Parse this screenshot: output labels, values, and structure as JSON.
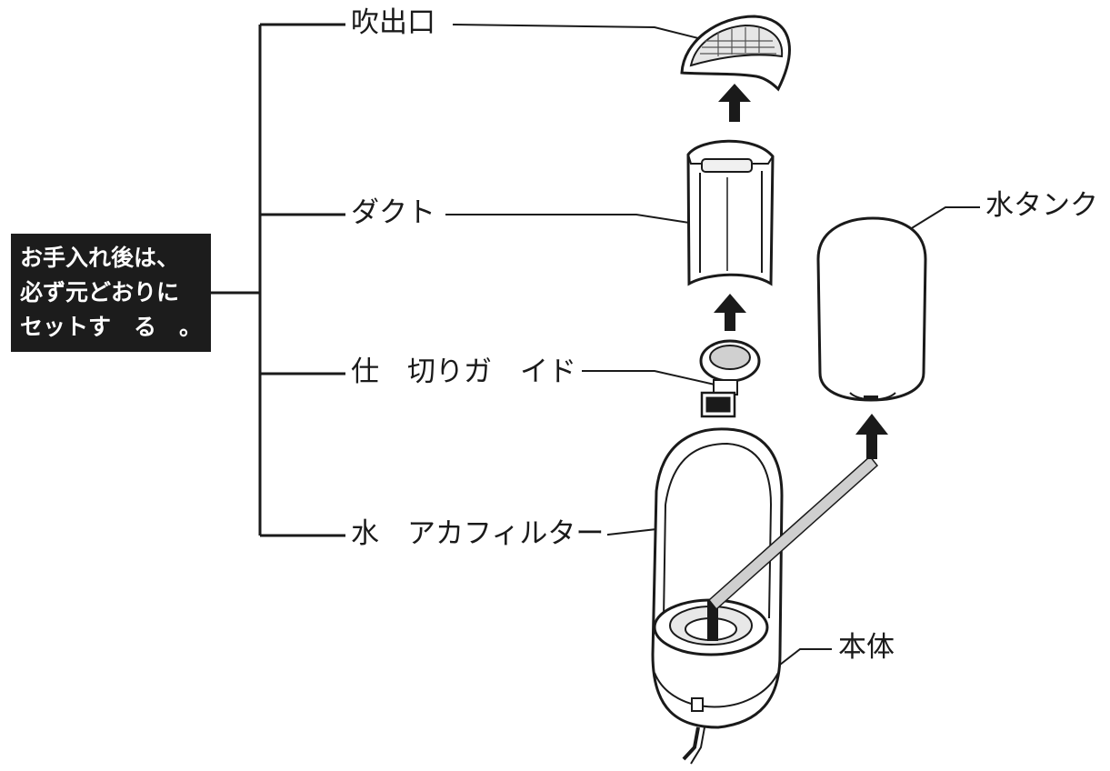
{
  "note": {
    "line1": "お手入れ後は、",
    "line2": "必ず元どおりに",
    "line3": "セットす　る　。"
  },
  "labels": {
    "outlet": "吹出口",
    "duct": "ダクト",
    "partition_guide": "仕　切りガ　イド",
    "water_filter": "水　アカフィルター",
    "water_tank": "水タンク",
    "body": "本体"
  },
  "colors": {
    "ink": "#1a1a1a",
    "note_bg": "#1c1c1c",
    "note_text": "#ffffff",
    "background": "#ffffff"
  }
}
